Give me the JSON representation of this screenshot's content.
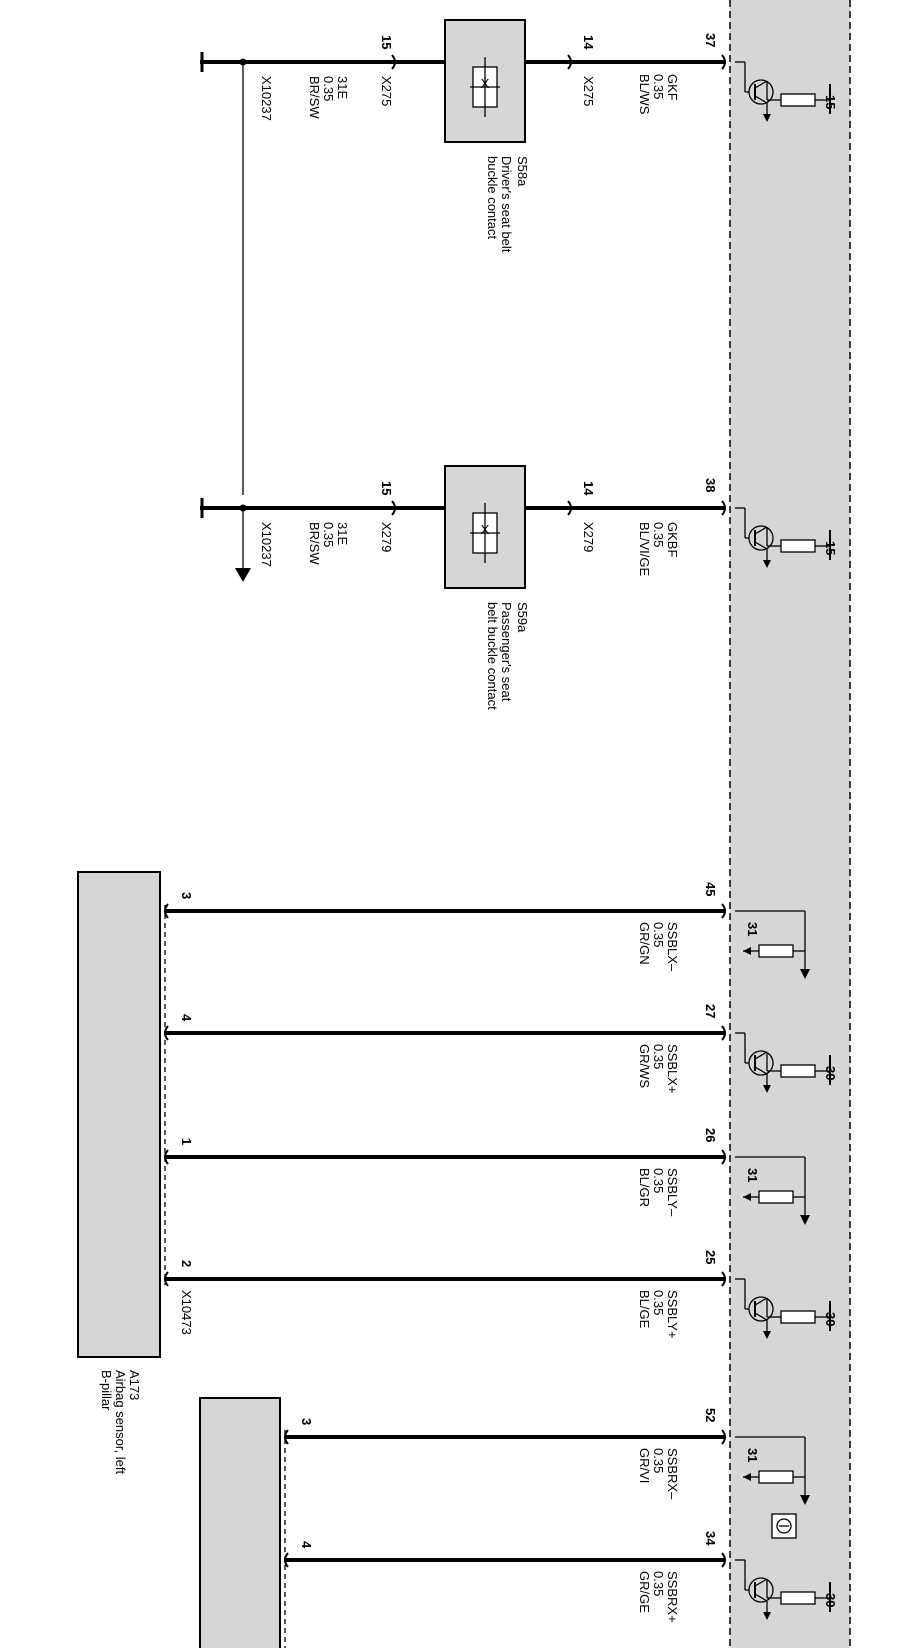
{
  "background": "#ffffff",
  "module_fill": "#d6d6d6",
  "component_fill": "#d6d6d6",
  "upper_wires": [
    {
      "pin": "37",
      "signal": "GKF",
      "size": "0.35",
      "color": "BL/WS",
      "plug_pin_right": "14",
      "plug_right": "X275",
      "plug_pin_left": "15",
      "plug_left": "X275",
      "ground": "31E",
      "ground_size": "0.35",
      "ground_color": "BR/SW",
      "connector": "X10237",
      "component_id": "S58a",
      "component_name_1": "Driver's seat belt",
      "component_name_2": "buckle contact",
      "supply": "15"
    },
    {
      "pin": "38",
      "signal": "GKBF",
      "size": "0.35",
      "color": "BL/VI/GE",
      "plug_pin_right": "14",
      "plug_right": "X279",
      "plug_pin_left": "15",
      "plug_left": "X279",
      "ground": "31E",
      "ground_size": "0.35",
      "ground_color": "BR/SW",
      "connector": "X10237",
      "component_id": "S59a",
      "component_name_1": "Passenger's seat",
      "component_name_2": "belt buckle contact",
      "supply": "15"
    }
  ],
  "sensor_wires": [
    {
      "pin": "45",
      "signal": "SSBLX–",
      "size": "0.35",
      "color": "GR/GN",
      "sensor_pin": "3",
      "term": "31"
    },
    {
      "pin": "27",
      "signal": "SSBLX+",
      "size": "0.35",
      "color": "GR/WS",
      "sensor_pin": "4",
      "term": "30"
    },
    {
      "pin": "26",
      "signal": "SSBLY–",
      "size": "0.35",
      "color": "BL/GR",
      "sensor_pin": "1",
      "term": "31"
    },
    {
      "pin": "25",
      "signal": "SSBLY+",
      "size": "0.35",
      "color": "BL/GE",
      "sensor_pin": "2",
      "term": "30"
    },
    {
      "pin": "52",
      "signal": "SSBRX–",
      "size": "0.35",
      "color": "GR/VI",
      "sensor_pin": "3",
      "term": "31"
    },
    {
      "pin": "34",
      "signal": "SSBRX+",
      "size": "0.35",
      "color": "GR/GE",
      "sensor_pin": "4",
      "term": "30"
    }
  ],
  "sensor_left": {
    "connector": "X10473",
    "id": "A173",
    "name_1": "Airbag sensor, left",
    "name_2": "B-pillar"
  }
}
